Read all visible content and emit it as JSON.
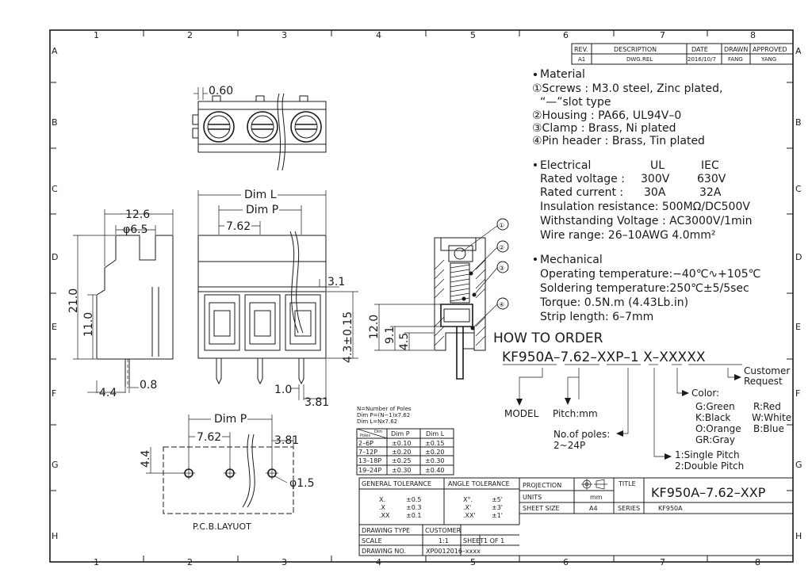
{
  "grid": {
    "columns": [
      "1",
      "2",
      "3",
      "4",
      "5",
      "6",
      "7",
      "8"
    ],
    "rows": [
      "A",
      "B",
      "C",
      "D",
      "E",
      "F",
      "G",
      "H"
    ]
  },
  "revision": {
    "headers": [
      "REV.",
      "DESCRIPTION",
      "DATE",
      "DRAWN",
      "APPROVED"
    ],
    "row": [
      "A1",
      "DWG.REL",
      "2016/10/7",
      "FANG",
      "YANG"
    ]
  },
  "views": {
    "top_dim": "0.60",
    "side_dims": [
      "12.6",
      "φ6.5",
      "21.0",
      "11.0",
      "0.8",
      "4.4"
    ],
    "front_dims": [
      "Dim L",
      "Dim P",
      "7.62",
      "3.1",
      "4.3±0.15",
      "1.0",
      "3.81"
    ],
    "section_dims": [
      "12.0",
      "9.1",
      "4.5"
    ],
    "callouts": [
      "①",
      "②",
      "③",
      "④"
    ],
    "pcb_dims": [
      "Dim P",
      "7.62",
      "3.81",
      "4.4",
      "φ1.5"
    ],
    "pcb_label": "P.C.B.LAYUOT"
  },
  "poles_table": {
    "notes": [
      "N=Number of Poles",
      "Dim  P=(N−1)x7.62",
      "Dim  L=Nx7.62"
    ],
    "header_corner_top": "Dim",
    "header_corner_bottom": "Poles",
    "headers": [
      "Dim  P",
      "Dim  L"
    ],
    "rows": [
      [
        "2–6P",
        "±0.10",
        "±0.15"
      ],
      [
        "7–12P",
        "±0.20",
        "±0.20"
      ],
      [
        "13–18P",
        "±0.25",
        "±0.30"
      ],
      [
        "19–24P",
        "±0.30",
        "±0.40"
      ]
    ]
  },
  "material": {
    "title": "Material",
    "lines": [
      "①Screws : M3.0 steel, Zinc plated,",
      "“—”slot type",
      "②Housing : PA66, UL94V–0",
      "③Clamp : Brass, Ni plated",
      "④Pin header : Brass, Tin plated"
    ]
  },
  "electrical": {
    "title": "Electrical",
    "col_ul": "UL",
    "col_iec": "IEC",
    "rated_voltage": {
      "label": "Rated voltage :",
      "ul": "300V",
      "iec": "630V"
    },
    "rated_current": {
      "label": "Rated current :",
      "ul": "30A",
      "iec": "32A"
    },
    "lines": [
      "Insulation resistance: 500MΩ/DC500V",
      "Withstanding Voltage : AC3000V/1min",
      "Wire range: 26–10AWG  4.0mm²"
    ]
  },
  "mechanical": {
    "title": "Mechanical",
    "lines": [
      "Operating temperature:−40℃∿+105℃",
      "Soldering temperature:250℃±5/5sec",
      "Torque: 0.5N.m (4.43Lb.in)",
      "Strip length: 6–7mm"
    ]
  },
  "order": {
    "title": "HOW TO ORDER",
    "code": "KF950A–7.62–XXP–1  X–XXXXX",
    "model": "MODEL",
    "pitch": "Pitch:mm",
    "poles": [
      "No.of poles:",
      "2~24P"
    ],
    "pitch_opts": [
      "1:Single Pitch",
      "2:Double Pitch"
    ],
    "color_title": "Color:",
    "colors": [
      [
        "G:Green",
        "R:Red"
      ],
      [
        "K:Black",
        "W:White"
      ],
      [
        "O:Orange",
        "B:Blue"
      ],
      [
        "GR:Gray",
        ""
      ]
    ],
    "customer": [
      "Customer",
      "Request"
    ]
  },
  "title_block": {
    "general_tolerance": "GENERAL TOLERANCE",
    "angle_tolerance": "ANGLE TOLERANCE",
    "gen_rows": [
      [
        "X.",
        "±0.5"
      ],
      [
        ".X",
        "±0.3"
      ],
      [
        ".XX",
        "±0.1"
      ]
    ],
    "ang_rows": [
      [
        "X°.",
        "±5'"
      ],
      [
        ".X'",
        "±3'"
      ],
      [
        ".XX'",
        "±1'"
      ]
    ],
    "projection": "PROJECTION",
    "units": "UNITS",
    "units_value": "mm",
    "sheet_size": "SHEET SIZE",
    "sheet_size_value": "A4",
    "title_label": "TITLE",
    "title_value": "KF950A–7.62–XXP",
    "series_label": "SERIES",
    "series_value": "KF950A",
    "drawing_type": "DRAWING TYPE",
    "customer": "CUSTOMER",
    "scale": "SCALE",
    "scale_value": "1:1",
    "sheet": "SHEET",
    "sheet_value": "1  OF  1",
    "drawing_no": "DRAWING NO.",
    "drawing_no_value": "XP0012016–xxxx"
  }
}
